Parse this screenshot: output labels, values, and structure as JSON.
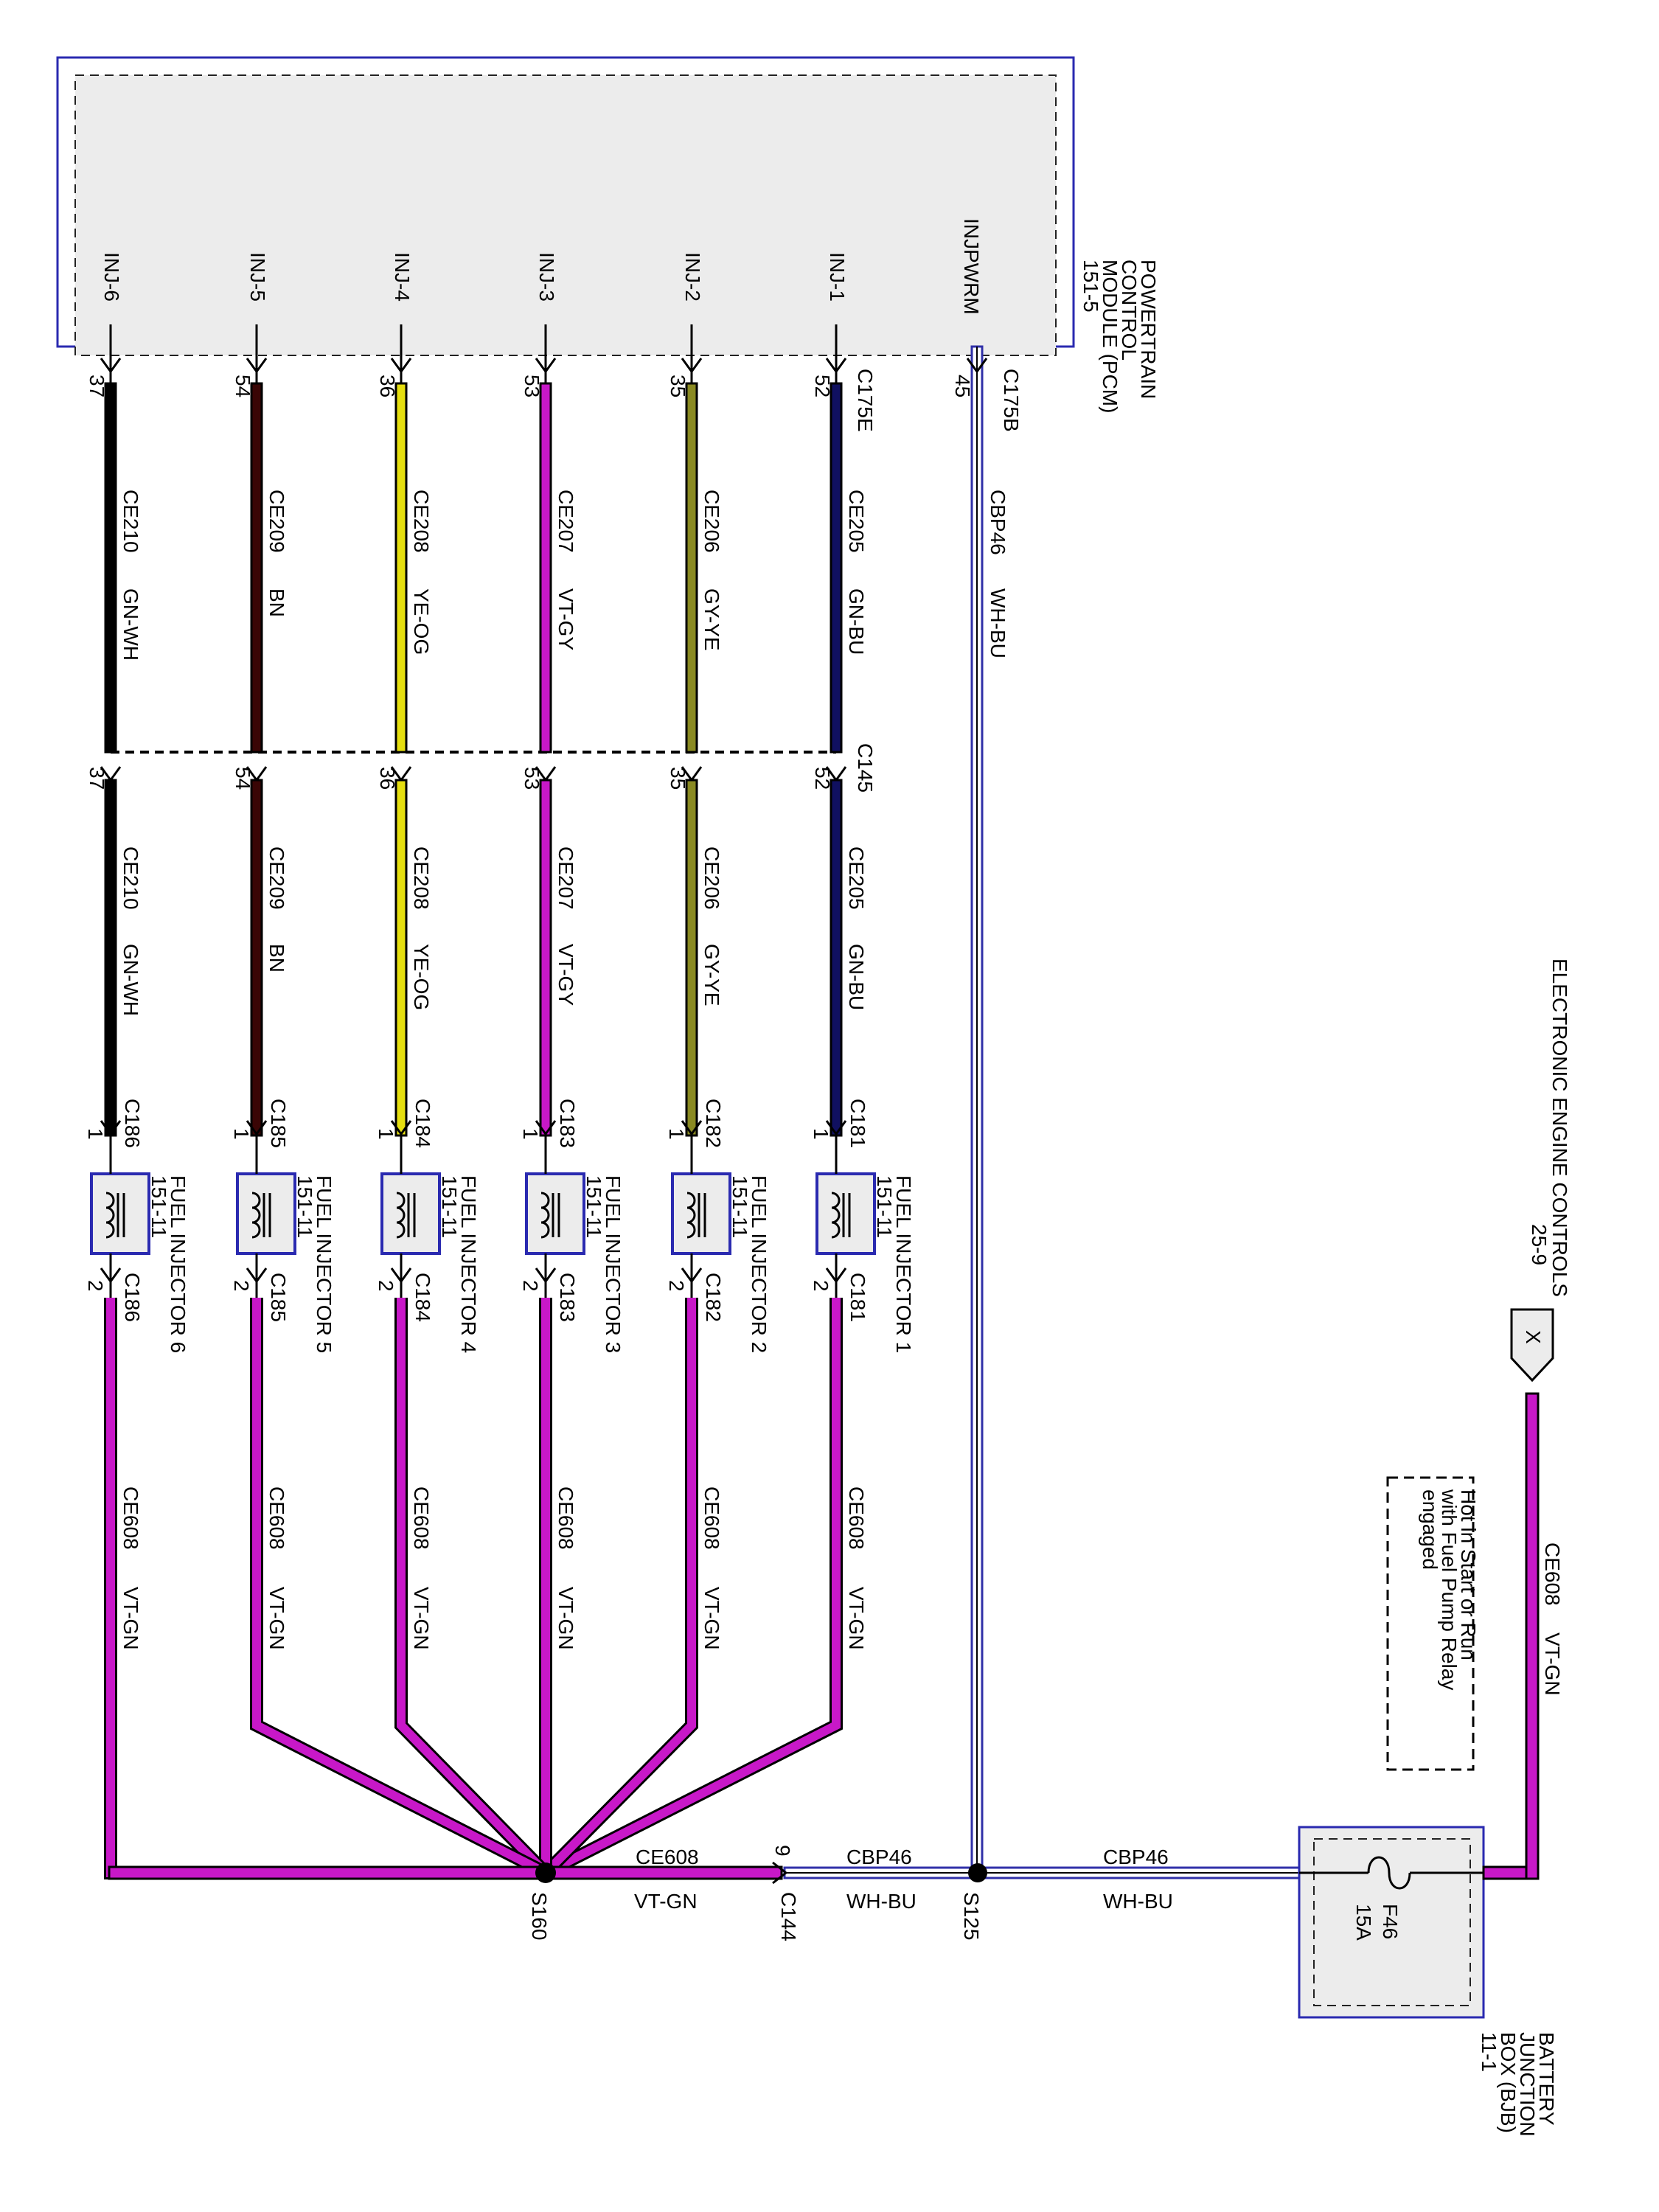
{
  "colors": {
    "frame_blue": "#2a2ab0",
    "module_fill": "#ececec",
    "GN-WH": "#000000",
    "BN": "#3a0505",
    "YE-OG": "#e6df10",
    "VT-GY": "#c818c8",
    "GY-YE": "#8a8a22",
    "GN-BU": "#101060",
    "VT-GN": "#c818c8",
    "WH-BU": "#3030a8"
  },
  "pcm": {
    "title": "POWERTRAIN CONTROL MODULE (PCM)",
    "ref": "151-5",
    "connector_injectors": "C175E",
    "connector_injpwrm": "C175B"
  },
  "injpwrm": {
    "pin_label": "INJPWRM",
    "pin": "45",
    "circuit": "CBP46",
    "color_code": "WH-BU"
  },
  "inline_connector": "C145",
  "injectors": [
    {
      "pin_label": "INJ-1",
      "pcm_pin": "52",
      "circuit": "CE205",
      "color_code": "GN-BU",
      "connector": "C181",
      "name": "FUEL INJECTOR 1",
      "ref": "151-11",
      "pin1": "1",
      "pin2": "2"
    },
    {
      "pin_label": "INJ-2",
      "pcm_pin": "35",
      "circuit": "CE206",
      "color_code": "GY-YE",
      "connector": "C182",
      "name": "FUEL INJECTOR 2",
      "ref": "151-11",
      "pin1": "1",
      "pin2": "2"
    },
    {
      "pin_label": "INJ-3",
      "pcm_pin": "53",
      "circuit": "CE207",
      "color_code": "VT-GY",
      "connector": "C183",
      "name": "FUEL INJECTOR 3",
      "ref": "151-11",
      "pin1": "1",
      "pin2": "2"
    },
    {
      "pin_label": "INJ-4",
      "pcm_pin": "36",
      "circuit": "CE208",
      "color_code": "YE-OG",
      "connector": "C184",
      "name": "FUEL INJECTOR 4",
      "ref": "151-11",
      "pin1": "1",
      "pin2": "2"
    },
    {
      "pin_label": "INJ-5",
      "pcm_pin": "54",
      "circuit": "CE209",
      "color_code": "BN",
      "connector": "C185",
      "name": "FUEL INJECTOR 5",
      "ref": "151-11",
      "pin1": "1",
      "pin2": "2"
    },
    {
      "pin_label": "INJ-6",
      "pcm_pin": "37",
      "circuit": "CE210",
      "color_code": "GN-WH",
      "connector": "C186",
      "name": "FUEL INJECTOR 6",
      "ref": "151-11",
      "pin1": "1",
      "pin2": "2"
    }
  ],
  "supply": {
    "circuit": "CE608",
    "color_code": "VT-GN"
  },
  "splice_injectors": "S160",
  "splice_power": "S125",
  "connector_c144": {
    "name": "C144",
    "pin": "9"
  },
  "power_feed": {
    "circuit": "CBP46",
    "color_code": "WH-BU"
  },
  "bjb": {
    "title": "BATTERY JUNCTION BOX (BJB)",
    "ref": "11-1",
    "fuse": "F46",
    "rating": "15A"
  },
  "eec": {
    "title": "ELECTRONIC ENGINE CONTROLS",
    "ref": "25-9",
    "marker": "X"
  },
  "note": "Hot in Start or Run with Fuel Pump Relay engaged"
}
